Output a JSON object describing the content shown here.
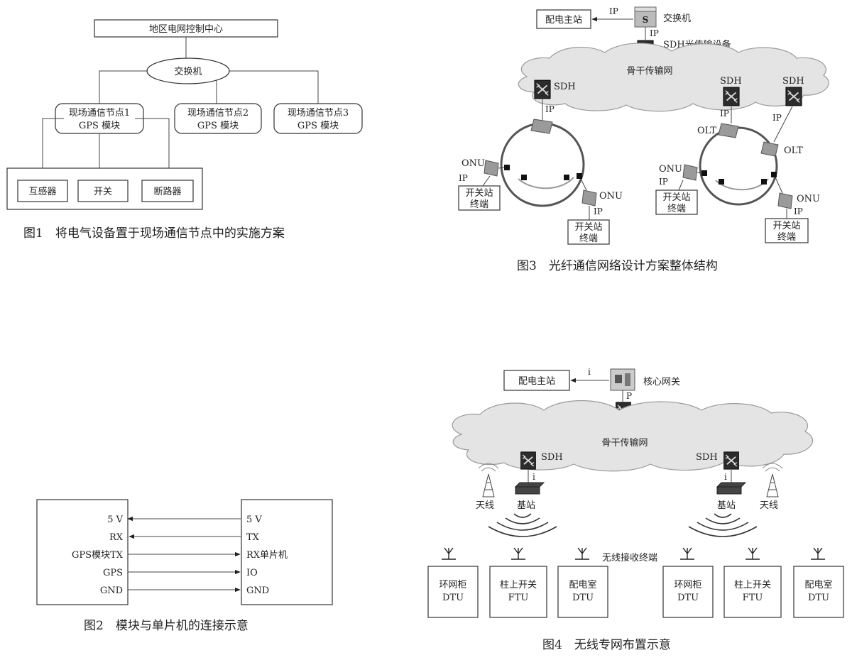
{
  "fig1": {
    "caption": "图1　将电气设备置于现场通信节点中的实施方案",
    "control_center": "地区电网控制中心",
    "switch": "交换机",
    "nodes": [
      {
        "line1": "现场通信节点1",
        "line2": "GPS 模块"
      },
      {
        "line1": "现场通信节点2",
        "line2": "GPS 模块"
      },
      {
        "line1": "现场通信节点3",
        "line2": "GPS 模块"
      }
    ],
    "devices": [
      "互感器",
      "开关",
      "断路器"
    ]
  },
  "fig2": {
    "caption": "图2　模块与单片机的连接示意",
    "left_labels": [
      "5 V",
      "RX",
      "GPS模块TX",
      "GPS",
      "GND"
    ],
    "right_labels": [
      "5 V",
      "TX",
      "RX单片机",
      "IO",
      "GND"
    ]
  },
  "fig3": {
    "caption": "图3　光纤通信网络设计方案整体结构",
    "master_station": "配电主站",
    "ip": "IP",
    "switch": "交换机",
    "switch_icon_letter": "S",
    "sdh_optical": "SDH光传输设备",
    "backbone": "骨干传输网",
    "sdh": "SDH",
    "onu": "ONU",
    "olt": "OLT",
    "terminal_line1": "开关站",
    "terminal_line2": "终端"
  },
  "fig4": {
    "caption": "图4　无线专网布置示意",
    "master_station": "配电主站",
    "link_i": "i",
    "link_p": "P",
    "core_gateway": "核心网关",
    "sdh": "SDH",
    "backbone": "骨干传输网",
    "antenna": "天线",
    "base_station": "基站",
    "wireless_terminal": "无线接收终端",
    "terminals": [
      {
        "line1": "环网柜",
        "line2": "DTU"
      },
      {
        "line1": "柱上开关",
        "line2": "FTU"
      },
      {
        "line1": "配电室",
        "line2": "DTU"
      },
      {
        "line1": "环网柜",
        "line2": "DTU"
      },
      {
        "line1": "柱上开关",
        "line2": "FTU"
      },
      {
        "line1": "配电室",
        "line2": "DTU"
      }
    ]
  }
}
